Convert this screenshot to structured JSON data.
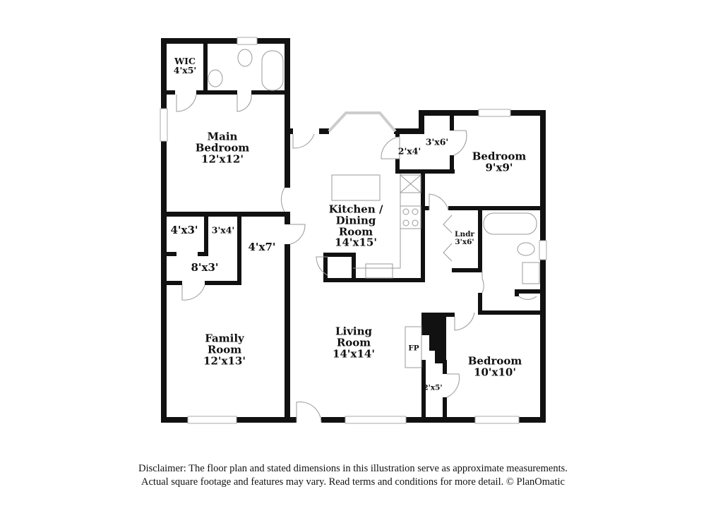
{
  "rooms": {
    "wic": {
      "name": "WIC",
      "size": "4'x5'"
    },
    "main_bedroom": {
      "name1": "Main",
      "name2": "Bedroom",
      "size": "12'x12'"
    },
    "closet_4x3": {
      "size": "4'x3'"
    },
    "closet_3x4": {
      "size": "3'x4'"
    },
    "closet_8x3": {
      "size": "8'x3'"
    },
    "hall_4x7": {
      "size": "4'x7'"
    },
    "family_room": {
      "name1": "Family",
      "name2": "Room",
      "size": "12'x13'"
    },
    "kitchen": {
      "name1": "Kitchen /",
      "name2": "Dining",
      "name3": "Room",
      "size": "14'x15'"
    },
    "closet_2x4": {
      "size": "2'x4'"
    },
    "closet_3x6": {
      "size": "3'x6'"
    },
    "bedroom_9": {
      "name": "Bedroom",
      "size": "9'x9'"
    },
    "laundry": {
      "name": "Lndr",
      "size": "3'x6'"
    },
    "living_room": {
      "name1": "Living",
      "name2": "Room",
      "size": "14'x14'"
    },
    "fireplace": {
      "name": "FP"
    },
    "closet_2x5": {
      "size": "2'x5'"
    },
    "bedroom_10": {
      "name": "Bedroom",
      "size": "10'x10'"
    }
  },
  "disclaimer": {
    "line1": "Disclaimer: The floor plan and stated dimensions in this illustration serve as approximate measurements.",
    "line2": "Actual square footage and features may vary. Read terms and conditions for more detail. © PlanOmatic"
  },
  "colors": {
    "wall": "#111111",
    "fixture": "#9a9a9a",
    "window": "#bdbdbd"
  }
}
